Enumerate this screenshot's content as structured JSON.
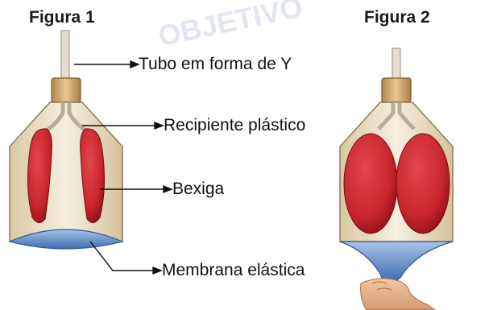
{
  "figures": [
    {
      "title": "Figura 1"
    },
    {
      "title": "Figura 2"
    }
  ],
  "labels": {
    "tube": "Tubo em forma de Y",
    "container": "Recipiente plástico",
    "bladder": "Bexiga",
    "membrane": "Membrana elástica"
  },
  "watermark": "OBJETIVO",
  "colors": {
    "balloon": "#c8252c",
    "balloon_dark": "#8e1217",
    "container": "#eadfc4",
    "membrane": "#4f7dbd",
    "tube": "#d8d2c2"
  }
}
